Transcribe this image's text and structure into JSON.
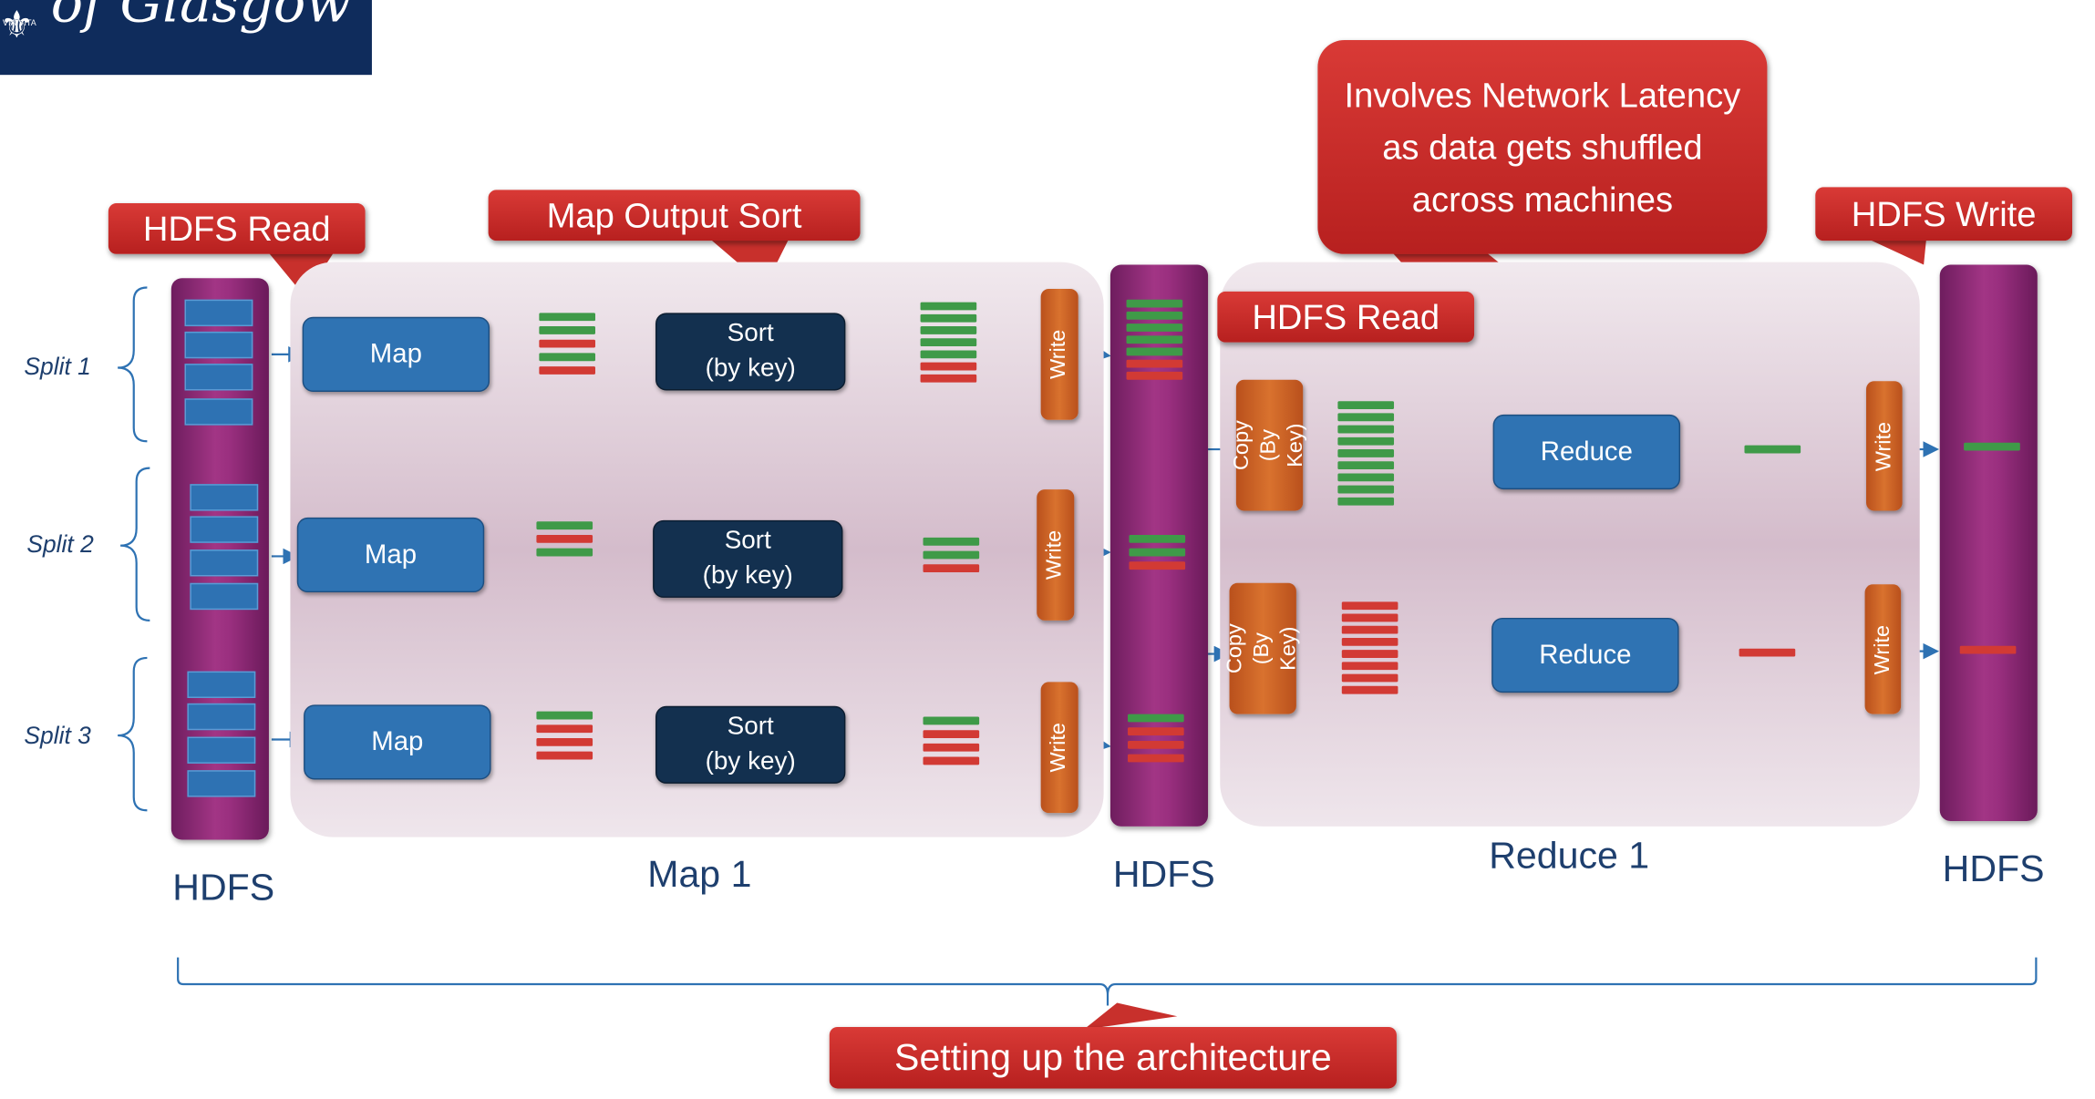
{
  "logo": {
    "text": "of Glasgow",
    "motto": "VIA VITA"
  },
  "callouts": {
    "hdfs_read_1": "HDFS Read",
    "map_output_sort": "Map Output Sort",
    "network_latency": "Involves Network Latency as data gets shuffled across machines",
    "hdfs_write": "HDFS Write",
    "hdfs_read_2": "HDFS Read",
    "setup": "Setting up the architecture"
  },
  "splits": [
    "Split 1",
    "Split 2",
    "Split 3"
  ],
  "map_box": "Map",
  "sort_box": "Sort\n(by key)",
  "write_box": "Write",
  "copy_box": "Copy\n(By Key)",
  "reduce_box": "Reduce",
  "captions": {
    "hdfs_left": "HDFS",
    "map1": "Map 1",
    "hdfs_mid": "HDFS",
    "reduce1": "Reduce 1",
    "hdfs_right": "HDFS"
  },
  "colors": {
    "green": "#3f9a48",
    "red": "#d23a34",
    "map_blue": "#2f73b3",
    "sort_navy": "#13304f",
    "write_orange": "#d9722e",
    "hdfs_purple": "#9a2f7f",
    "callout_red": "#c8302c"
  },
  "stacks": {
    "map1_intermediate": [
      "g",
      "g",
      "r",
      "g",
      "r"
    ],
    "map2_intermediate": [
      "g",
      "r",
      "g"
    ],
    "map3_intermediate": [
      "g",
      "r",
      "r",
      "r"
    ],
    "map1_sorted": [
      "g",
      "g",
      "g",
      "g",
      "g",
      "r",
      "r"
    ],
    "map2_sorted": [
      "g",
      "g",
      "r"
    ],
    "map3_sorted": [
      "g",
      "r",
      "r",
      "r"
    ],
    "hdfs_mid_1": [
      "g",
      "g",
      "g",
      "g",
      "g",
      "r",
      "r"
    ],
    "hdfs_mid_2": [
      "g",
      "g",
      "r"
    ],
    "hdfs_mid_3": [
      "g",
      "r",
      "r",
      "r"
    ],
    "copy1": [
      "g",
      "g",
      "g",
      "g",
      "g",
      "g",
      "g",
      "g",
      "g"
    ],
    "copy2": [
      "r",
      "r",
      "r",
      "r",
      "r",
      "r",
      "r",
      "r"
    ],
    "reduce1_out": [
      "g"
    ],
    "reduce2_out": [
      "r"
    ],
    "hdfs_out_1": [
      "g"
    ],
    "hdfs_out_2": [
      "r"
    ]
  }
}
